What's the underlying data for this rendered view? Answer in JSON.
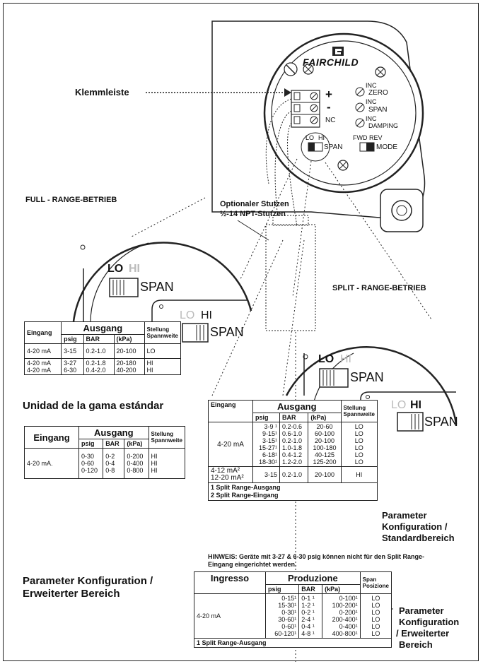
{
  "labels": {
    "klemmleiste": "Klemmleiste",
    "full_range": "FULL - RANGE-BETRIEB",
    "stutzen_1": "Optionaler Stutzen",
    "stutzen_2": "½-14 NPT-Stutzen",
    "split_range": "SPLIT - RANGE-BETRIEB",
    "unidad": "Unidad de la gama estándar",
    "param_std_1": "Parameter",
    "param_std_2": "Konfiguration /",
    "param_std_3": "Standardbereich",
    "param_ext_left_1": "Parameter Konfiguration /",
    "param_ext_left_2": "Erweiterter Bereich",
    "param_ext_right_1": "Parameter",
    "param_ext_right_2": "Konfiguration",
    "param_ext_right_3": "/ Erweiterter",
    "param_ext_right_4": "Bereich",
    "hinweis": "HINWEIS: Geräte mit 3-27 & 6-30 psig können nicht für den Split Range-Eingang eingerichtet werden."
  },
  "device": {
    "brand": "FAIRCHILD",
    "terminal_plus": "+",
    "terminal_minus": "-",
    "terminal_nc": "NC",
    "inc1": "INC",
    "zero": "ZERO",
    "inc2": "INC",
    "span": "SPAN",
    "inc3": "INC",
    "damping": "DAMPING",
    "fwd": "FWD",
    "rev": "REV",
    "mode": "MODE",
    "lo": "LO",
    "hi": "HI",
    "sw_span": "SPAN"
  },
  "switches": {
    "lo": "LO",
    "hi": "HI",
    "span": "SPAN"
  },
  "table_full": {
    "h_eingang": "Eingang",
    "h_ausgang": "Ausgang",
    "h_stellung": "Stellung Spannweite",
    "h_psig": "psig",
    "h_bar": "BAR",
    "h_kpa": "(kPa)",
    "rows": [
      {
        "in": "4-20 mA",
        "psig": "3-15",
        "bar": "0.2-1.0",
        "kpa": "20-100",
        "pos": "LO"
      },
      {
        "in": "4-20 mA\n4-20 mA",
        "psig": "3-27\n6-30",
        "bar": "0.2-1.8\n0.4-2.0",
        "kpa": "20-180\n40-200",
        "pos": "HI\nHI"
      }
    ]
  },
  "table_unidad": {
    "h_eingang": "Eingang",
    "h_ausgang": "Ausgang",
    "h_stellung": "Stellung Spannweite",
    "h_psig": "psig",
    "h_bar": "BAR",
    "h_kpa": "(kPa)",
    "in": "4-20 mA.",
    "psig": "0-30\n0-60\n0-120",
    "bar": "0-2\n0-4\n0-8",
    "kpa": "0-200\n0-400\n0-800",
    "pos": "HI\nHI\nHI"
  },
  "table_split": {
    "h_eingang": "Eingang",
    "h_ausgang": "Ausgang",
    "h_stellung": "Stellung Spannweite",
    "h_psig": "psig",
    "h_bar": "BAR",
    "h_kpa": "(kPa)",
    "in1": "4-20 mA",
    "psig1": "3-9 ¹\n9-15¹\n3-15¹\n15-27¹\n6-18¹\n18-30¹",
    "bar1": "0.2-0.6\n0.6-1.0\n0.2-1.0\n1.0-1.8\n0.4-1.2\n1.2-2.0",
    "kpa1": "20-60\n60-100\n20-100\n100-180\n40-125\n125-200",
    "pos1": "LO\nLO\nLO\nLO\nLO\nLO",
    "in2": "4-12 mA²\n12-20 mA²",
    "psig2": "3-15",
    "bar2": "0.2-1.0",
    "kpa2": "20-100",
    "pos2": "HI",
    "foot1": "1  Split Range-Ausgang",
    "foot2": "2  Split Range-Eingang"
  },
  "table_ext": {
    "h_ingresso": "Ingresso",
    "h_produzione": "Produzione",
    "h_span": "Span Posizione",
    "h_psig": "psig",
    "h_bar": "BAR",
    "h_kpa": "(kPa)",
    "in": "4-20 mA",
    "psig": "0-15¹\n15-30¹\n0-30¹\n30-60¹\n0-60¹\n60-120¹",
    "bar": "0-1 ¹\n1-2 ¹\n0-2 ¹\n2-4 ¹\n0-4 ¹\n4-8 ¹",
    "kpa": "0-100¹\n100-200¹\n0-200¹\n200-400¹\n0-400¹\n400-800¹",
    "pos": "LO\nLO\nLO\nLO\nLO\nLO",
    "foot": "1  Split Range-Ausgang"
  }
}
